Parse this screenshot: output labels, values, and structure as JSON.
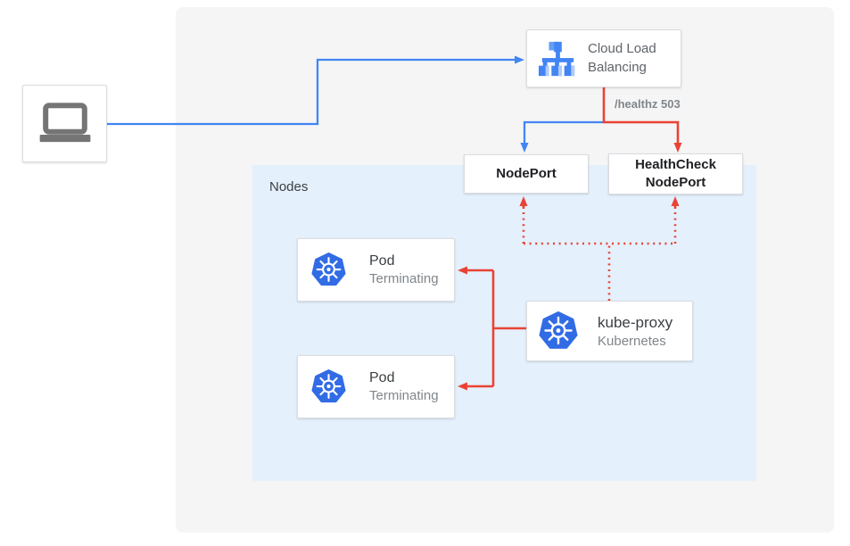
{
  "colors": {
    "blue": "#4285f4",
    "red": "#ea4335",
    "panel_bg": "#f5f5f5",
    "nodes_bg": "#e4f0fc",
    "box_border": "#dadce0",
    "text_dark": "#202124",
    "text_body": "#3c4043",
    "text_gray": "#5f6368",
    "text_muted": "#80868b",
    "laptop_gray": "#757575",
    "k8s_blue": "#326ce5",
    "lb_blue": "#4285f4",
    "lb_blue_mid": "#669df6",
    "lb_blue_light": "#aecbfa"
  },
  "client": {
    "icon": "laptop-icon"
  },
  "cloud_lb": {
    "title": "Cloud Load Balancing",
    "icon": "cloud-load-balancing-icon"
  },
  "healthz_label": "/healthz 503",
  "nodeport": {
    "label": "NodePort"
  },
  "healthcheck_nodeport": {
    "label": "HealthCheck NodePort"
  },
  "nodes": {
    "label": "Nodes",
    "pods": [
      {
        "title": "Pod",
        "status": "Terminating",
        "icon": "kubernetes-icon"
      },
      {
        "title": "Pod",
        "status": "Terminating",
        "icon": "kubernetes-icon"
      }
    ],
    "kube_proxy": {
      "title": "kube-proxy",
      "subtitle": "Kubernetes",
      "icon": "kubernetes-icon"
    }
  }
}
